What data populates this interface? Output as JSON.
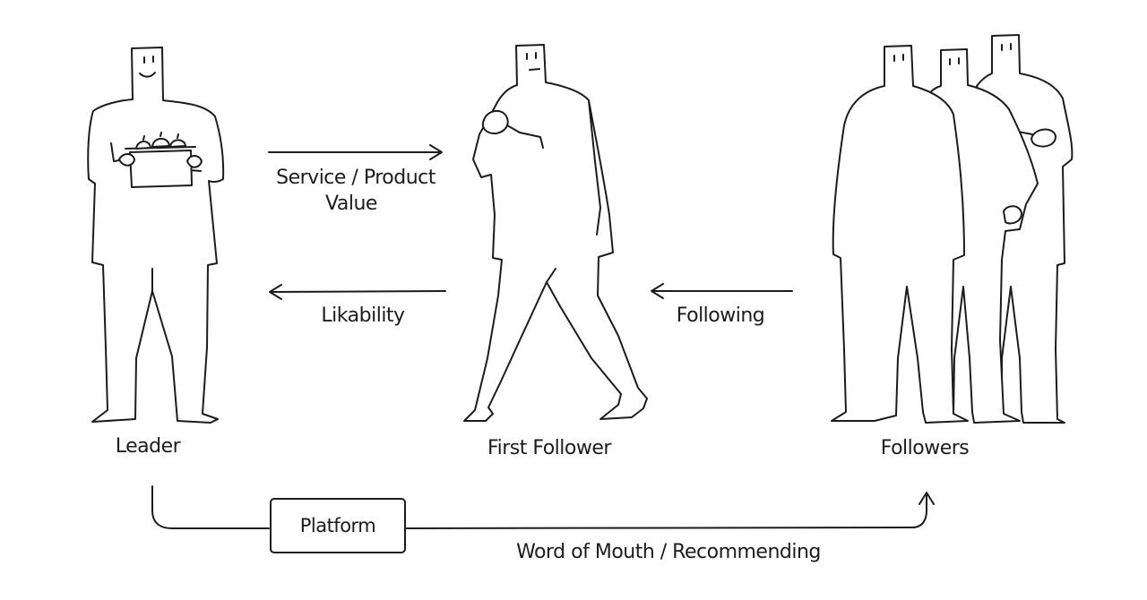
{
  "nodes": {
    "leader": "Leader",
    "first_follower": "First Follower",
    "followers": "Followers"
  },
  "arrows": {
    "service_line1": "Service / Product",
    "service_line2": "Value",
    "likability": "Likability",
    "following": "Following",
    "word_of_mouth": "Word of Mouth / Recommending"
  },
  "platform": {
    "label": "Platform"
  }
}
